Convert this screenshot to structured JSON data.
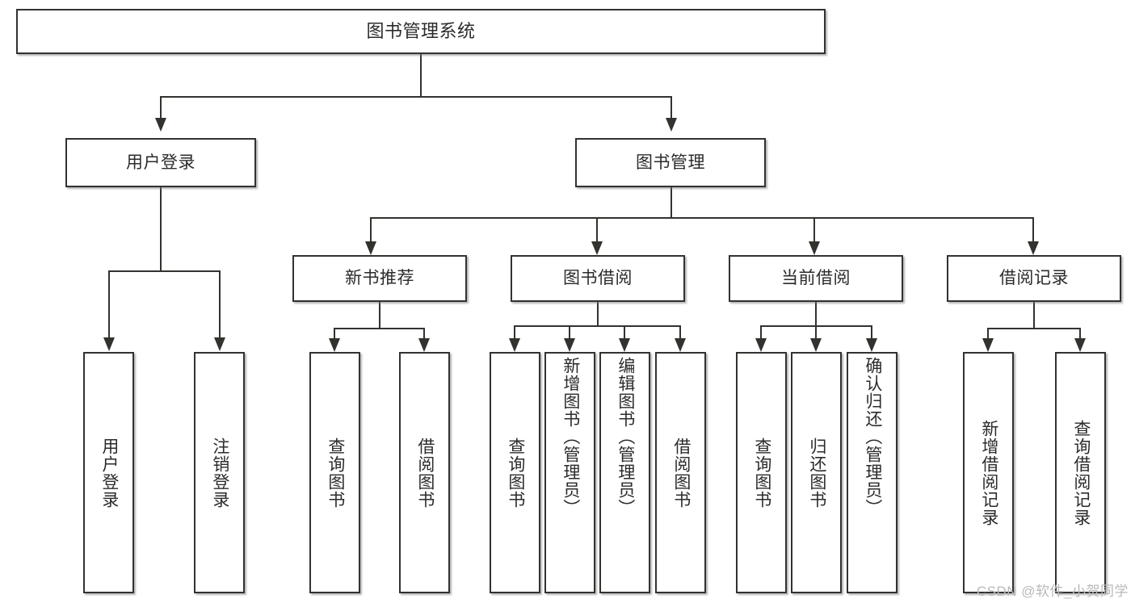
{
  "diagram": {
    "title": "图书管理系统",
    "type": "hierarchy-tree",
    "root": {
      "label": "图书管理系统"
    },
    "level2": [
      {
        "label": "用户登录"
      },
      {
        "label": "图书管理"
      }
    ],
    "level3": [
      {
        "label": "新书推荐"
      },
      {
        "label": "图书借阅"
      },
      {
        "label": "当前借阅"
      },
      {
        "label": "借阅记录"
      }
    ],
    "leaves": {
      "user_login": [
        {
          "label": "用户登录"
        },
        {
          "label": "注销登录"
        }
      ],
      "new_book_recommend": [
        {
          "label": "查询图书"
        },
        {
          "label": "借阅图书"
        }
      ],
      "book_borrow": [
        {
          "label": "查询图书"
        },
        {
          "label": "新增图书（管理员）"
        },
        {
          "label": "编辑图书（管理员）"
        },
        {
          "label": "借阅图书"
        }
      ],
      "current_borrow": [
        {
          "label": "查询图书"
        },
        {
          "label": "归还图书"
        },
        {
          "label": "确认归还（管理员）"
        }
      ],
      "borrow_record": [
        {
          "label": "新增借阅记录"
        },
        {
          "label": "查询借阅记录"
        }
      ]
    }
  },
  "watermark": {
    "text": "CSDN @软件_小贺同学"
  },
  "colors": {
    "box_border": "#33322f",
    "box_fill": "#ffffff",
    "text": "#2b2b2b",
    "watermark": "#b9b9b9",
    "background": "#ffffff"
  }
}
